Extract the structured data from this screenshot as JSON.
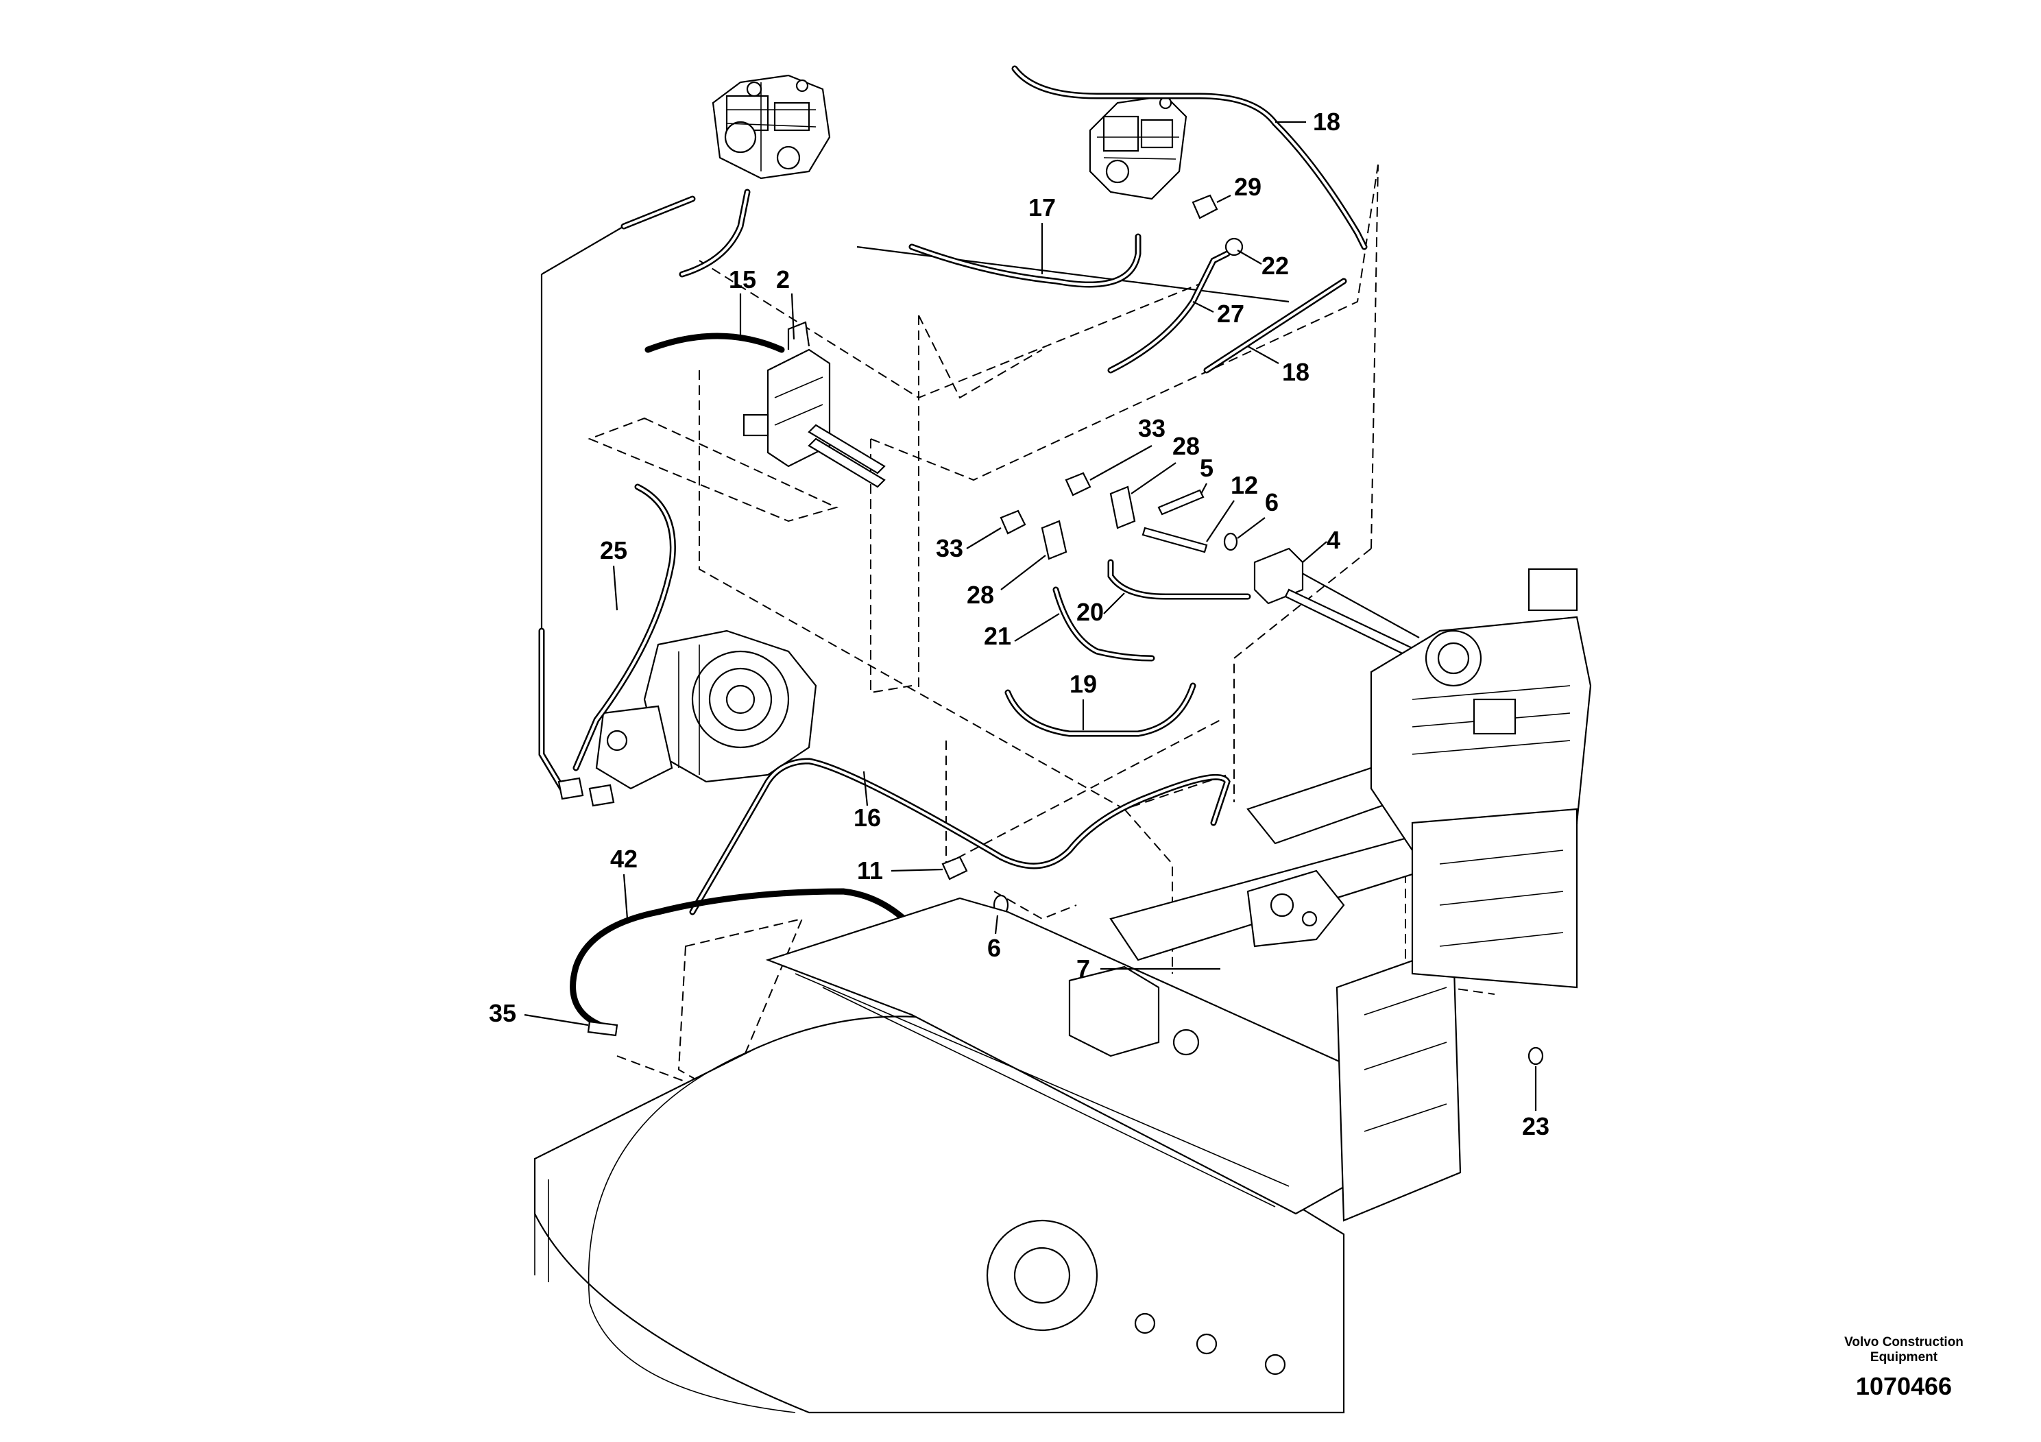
{
  "callouts": [
    {
      "id": "2",
      "text": "2"
    },
    {
      "id": "4",
      "text": "4"
    },
    {
      "id": "5",
      "text": "5"
    },
    {
      "id": "6a",
      "text": "6"
    },
    {
      "id": "6b",
      "text": "6"
    },
    {
      "id": "7",
      "text": "7"
    },
    {
      "id": "11",
      "text": "11"
    },
    {
      "id": "12",
      "text": "12"
    },
    {
      "id": "15",
      "text": "15"
    },
    {
      "id": "16",
      "text": "16"
    },
    {
      "id": "17",
      "text": "17"
    },
    {
      "id": "18a",
      "text": "18"
    },
    {
      "id": "18b",
      "text": "18"
    },
    {
      "id": "19",
      "text": "19"
    },
    {
      "id": "20",
      "text": "20"
    },
    {
      "id": "21",
      "text": "21"
    },
    {
      "id": "22",
      "text": "22"
    },
    {
      "id": "23",
      "text": "23"
    },
    {
      "id": "25",
      "text": "25"
    },
    {
      "id": "27",
      "text": "27"
    },
    {
      "id": "28a",
      "text": "28"
    },
    {
      "id": "28b",
      "text": "28"
    },
    {
      "id": "29",
      "text": "29"
    },
    {
      "id": "33a",
      "text": "33"
    },
    {
      "id": "33b",
      "text": "33"
    },
    {
      "id": "35",
      "text": "35"
    },
    {
      "id": "42",
      "text": "42"
    }
  ],
  "branding": {
    "line1": "Volvo Construction",
    "line2": "Equipment",
    "doc_number": "1070466"
  }
}
